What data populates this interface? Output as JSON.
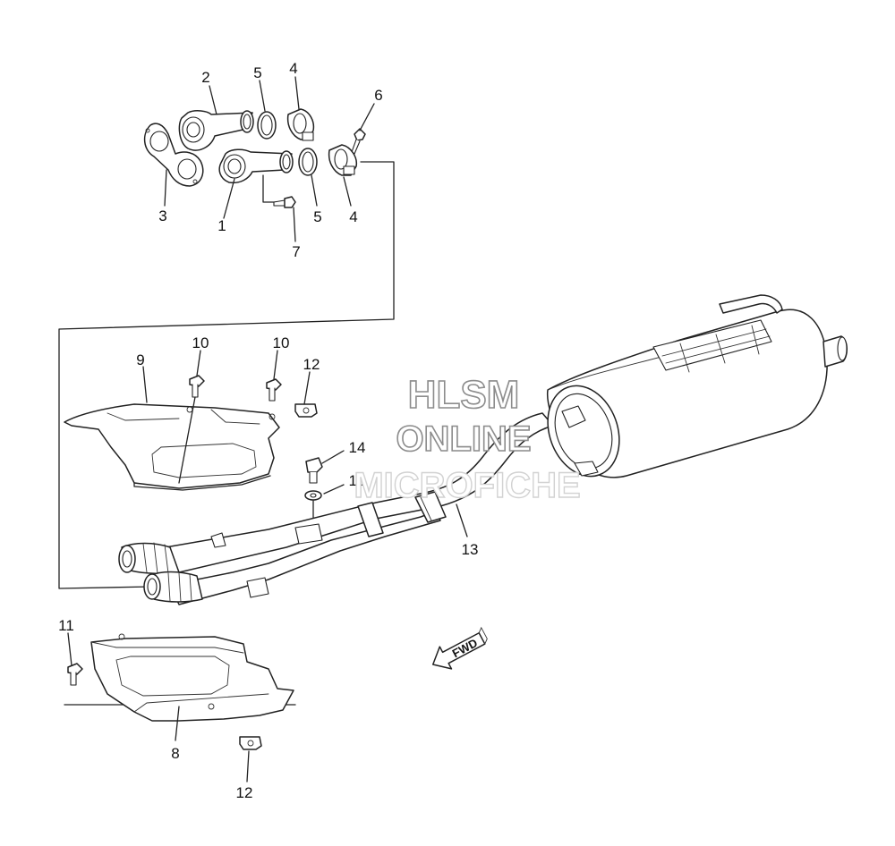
{
  "diagram": {
    "callouts": {
      "c1": "1",
      "c2": "2",
      "c3": "3",
      "c4a": "4",
      "c4b": "4",
      "c5a": "5",
      "c5b": "5",
      "c6": "6",
      "c7": "7",
      "c8": "8",
      "c9": "9",
      "c10a": "10",
      "c10b": "10",
      "c11": "11",
      "c12a": "12",
      "c12b": "12",
      "c13": "13",
      "c14": "14",
      "c15": "15"
    },
    "watermark": {
      "line1": "HLSM",
      "line2": "ONLINE",
      "line3": "MICROFICHE"
    },
    "direction_label": "FWD",
    "colors": {
      "line": "#222222",
      "watermark_outline": "#8c8c8c",
      "background": "#ffffff"
    }
  }
}
